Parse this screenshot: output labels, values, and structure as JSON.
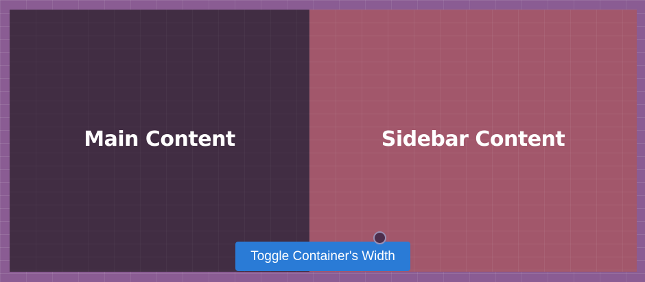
{
  "main": {
    "title": "Main Content"
  },
  "sidebar": {
    "title": "Sidebar Content"
  },
  "toggle_button": {
    "label": "Toggle Container's Width"
  },
  "colors": {
    "page_background": "#8a5c93",
    "main_background": "#412d43",
    "sidebar_background": "#a2576b",
    "button_background": "#2a7bd6"
  }
}
